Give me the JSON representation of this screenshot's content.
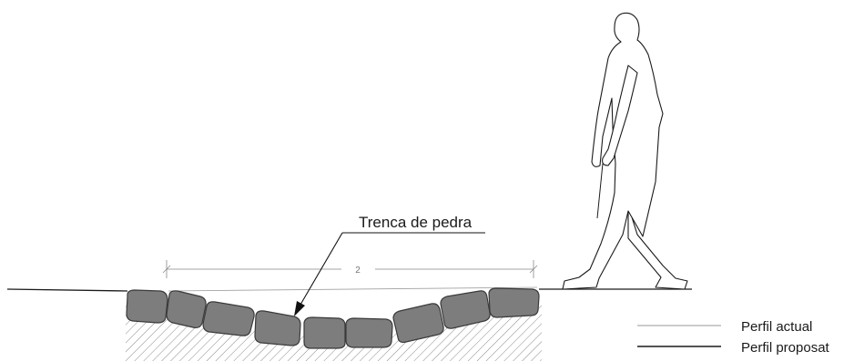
{
  "callout": {
    "text": "Trenca de pedra"
  },
  "dimension": {
    "value": "2"
  },
  "legend": [
    {
      "label": "Perfil actual",
      "style": "thin-gray"
    },
    {
      "label": "Perfil proposat",
      "style": "thick-black"
    }
  ],
  "colors": {
    "stone_fill": "#7d7d7d",
    "stone_stroke": "#3a3a3a",
    "hatch": "#8a8a8a",
    "actual_line": "#9a9a9a",
    "proposed_line": "#1a1a1a"
  }
}
